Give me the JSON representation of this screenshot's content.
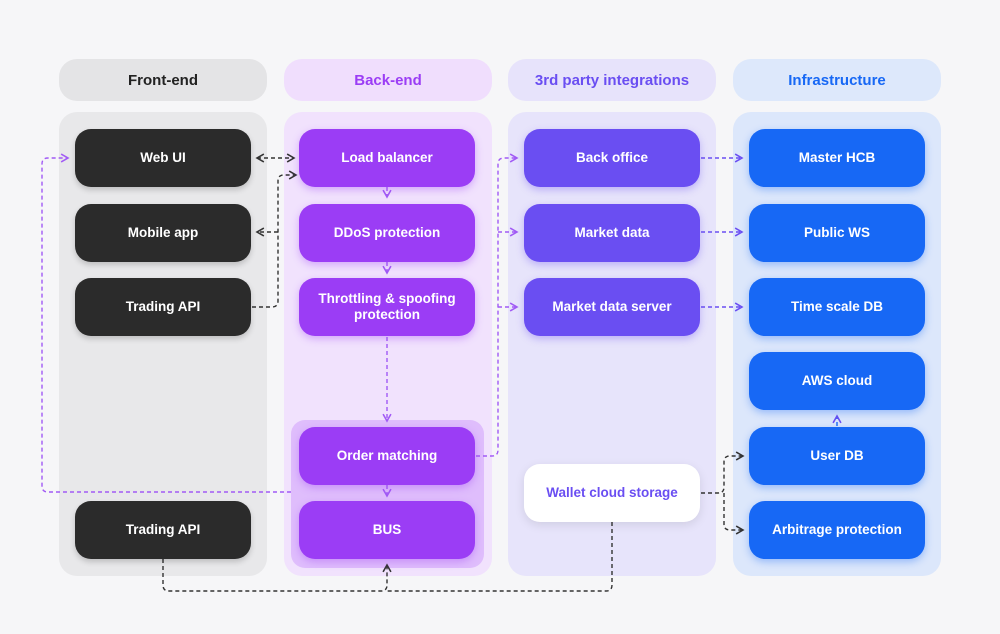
{
  "columns": {
    "frontend": {
      "title": "Front-end",
      "color": "#222222"
    },
    "backend": {
      "title": "Back-end",
      "color": "#9b3df5"
    },
    "third_party": {
      "title": "3rd party integrations",
      "color": "#6a4ef2"
    },
    "infrastructure": {
      "title": "Infrastructure",
      "color": "#1768f5"
    }
  },
  "nodes": {
    "web_ui": "Web UI",
    "mobile_app": "Mobile app",
    "trading_api_1": "Trading API",
    "trading_api_2": "Trading API",
    "load_balancer": "Load balancer",
    "ddos_protection": "DDoS protection",
    "throttling": "Throttling & spoofing protection",
    "order_matching": "Order matching",
    "bus": "BUS",
    "back_office": "Back office",
    "market_data": "Market data",
    "market_data_server": "Market data server",
    "wallet_cloud_storage": "Wallet cloud storage",
    "master_hcb": "Master HCB",
    "public_ws": "Public WS",
    "time_scale_db": "Time scale DB",
    "aws_cloud": "AWS cloud",
    "user_db": "User DB",
    "arbitrage_protection": "Arbitrage protection"
  },
  "colors": {
    "frontend_node": "#2b2b2b",
    "backend_node": "#9b3df5",
    "third_party_node": "#6a4ef2",
    "infrastructure_node": "#1768f5",
    "link_dark": "#333333",
    "link_purple": "#a15af5",
    "link_indigo": "#6a4ef2"
  }
}
